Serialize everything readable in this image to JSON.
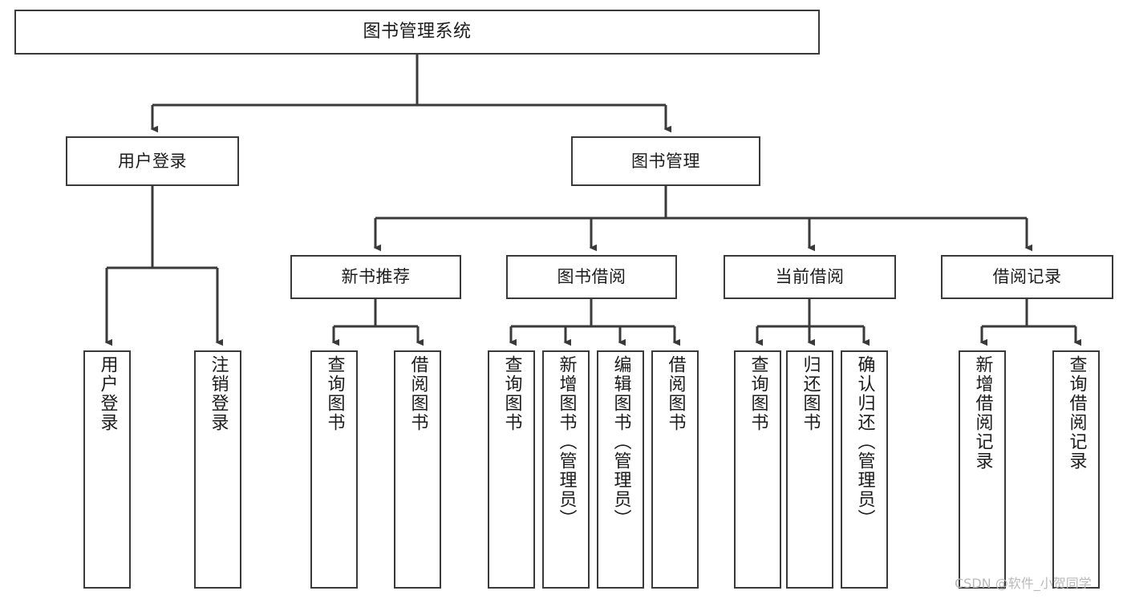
{
  "diagram": {
    "title": "图书管理系统",
    "type": "tree",
    "colors": {
      "background": "#ffffff",
      "stroke": "#3a3a3a",
      "text": "#1c1c1c",
      "watermark": "#b9b9b9"
    },
    "root": {
      "label": "图书管理系统"
    },
    "level2": [
      {
        "label": "用户登录"
      },
      {
        "label": "图书管理"
      }
    ],
    "level3": [
      {
        "label": "新书推荐"
      },
      {
        "label": "图书借阅"
      },
      {
        "label": "当前借阅"
      },
      {
        "label": "借阅记录"
      }
    ],
    "leaves": {
      "user_login": [
        {
          "label": "用户登录"
        },
        {
          "label": "注销登录"
        }
      ],
      "new_book_recommend": [
        {
          "label": "查询图书"
        },
        {
          "label": "借阅图书"
        }
      ],
      "book_borrow": [
        {
          "label": "查询图书"
        },
        {
          "label": "新增图书（管理员）"
        },
        {
          "label": "编辑图书（管理员）"
        },
        {
          "label": "借阅图书"
        }
      ],
      "current_borrow": [
        {
          "label": "查询图书"
        },
        {
          "label": "归还图书"
        },
        {
          "label": "确认归还（管理员）"
        }
      ],
      "borrow_record": [
        {
          "label": "新增借阅记录"
        },
        {
          "label": "查询借阅记录"
        }
      ]
    }
  },
  "watermark": {
    "text": "CSDN @软件_小贺同学"
  }
}
